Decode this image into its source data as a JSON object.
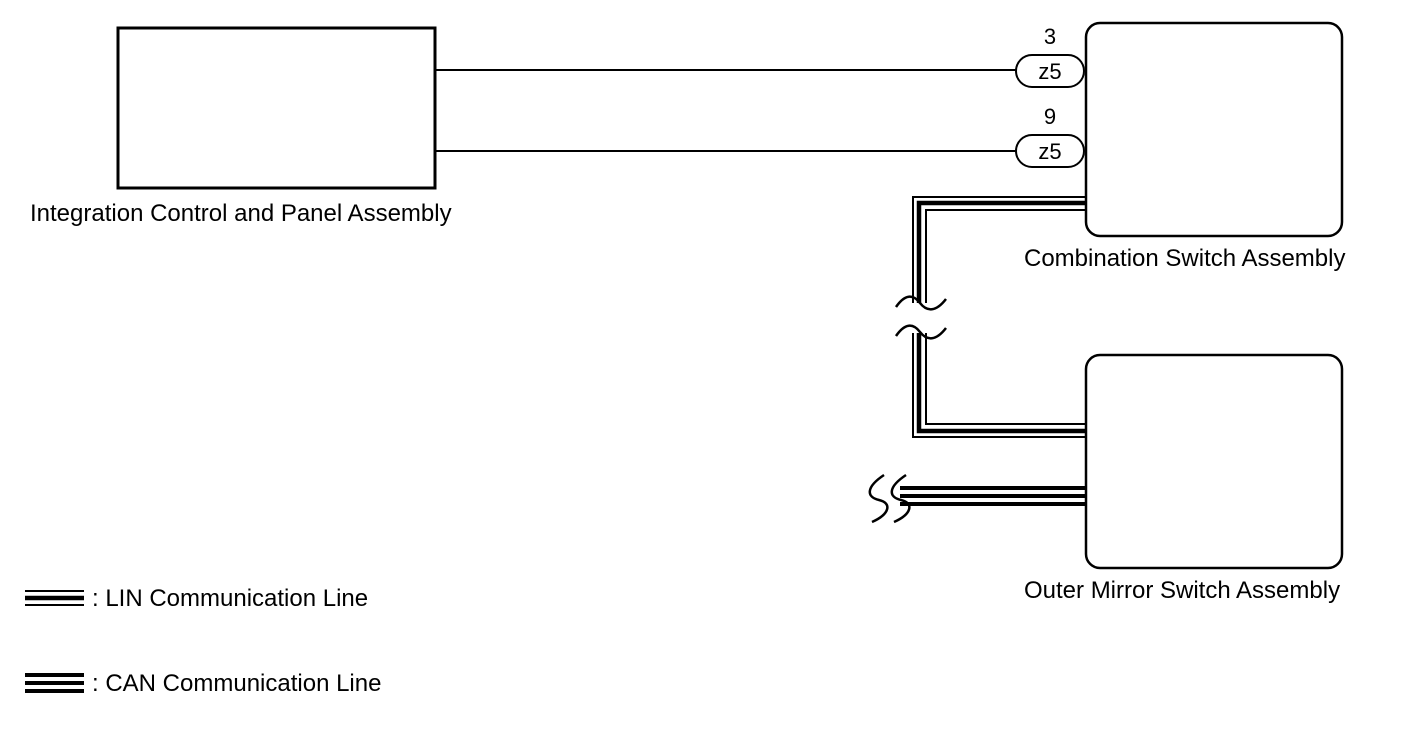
{
  "components": {
    "integration_control": "Integration Control and Panel Assembly",
    "combination_switch": "Combination Switch Assembly",
    "outer_mirror_switch": "Outer Mirror Switch Assembly"
  },
  "connectors": [
    {
      "pin": "3",
      "code": "z5"
    },
    {
      "pin": "9",
      "code": "z5"
    }
  ],
  "legend": {
    "lin": ": LIN Communication Line",
    "can": ": CAN Communication Line"
  },
  "colors": {
    "line": "#000000",
    "background": "#ffffff"
  }
}
